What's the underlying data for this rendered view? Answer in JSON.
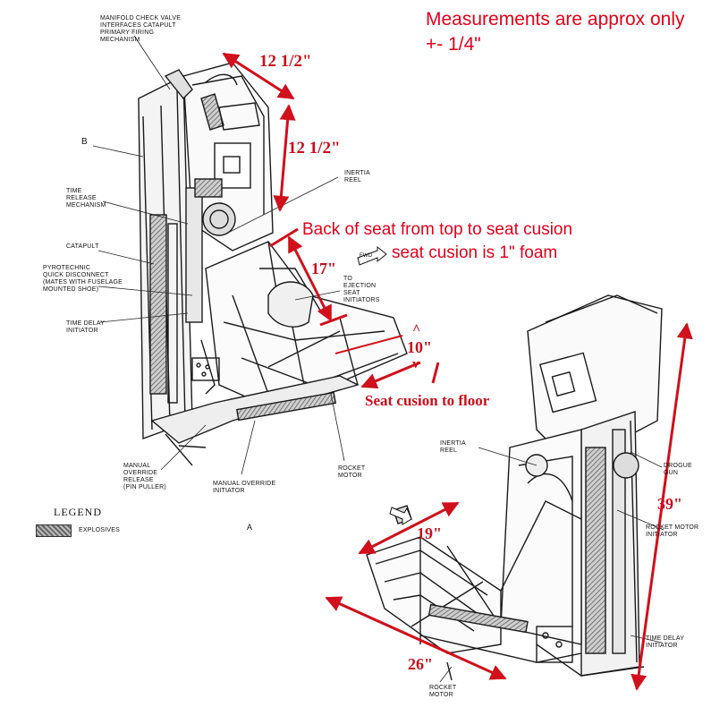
{
  "notes": {
    "measurements_line1": "Measurements are approx only",
    "measurements_line2": "+- 1/4\"",
    "back_of_seat": "Back of seat from top to seat cusion",
    "cushion_foam": "seat cusion is 1\" foam",
    "seat_to_floor": "Seat cusion to floor"
  },
  "dimensions": {
    "top_width": "12 1/2\"",
    "top_height": "12 1/2\"",
    "back_height": "17\"",
    "seat_to_floor": "10\"",
    "depth": "19\"",
    "base_length": "26\"",
    "overall_height": "39\"",
    "up_mark": "^",
    "down_mark": "v"
  },
  "labels_a": {
    "manifold": "MANIFOLD CHECK VALVE\nINTERFACES CATAPULT\nPRIMARY FIRING\nMECHANISM",
    "b": "B",
    "time_release": "TIME\nRELEASE\nMECHANISM",
    "inertia_reel": "INERTIA\nREEL",
    "catapult": "CATAPULT",
    "pyrotechnic": "PYROTECHNIC\nQUICK DISCONNECT\n(MATES WITH FUSELAGE\nMOUNTED SHOE)",
    "time_delay": "TIME DELAY\nINITIATOR",
    "fwd": "FWD",
    "to_ejection": "TO\nEJECTION\nSEAT\nINITIATORS",
    "manual_override_release": "MANUAL\nOVERRIDE\nRELEASE\n(PIN PULLER)",
    "manual_override_initiator": "MANUAL OVERRIDE\nINITIATOR",
    "rocket_motor": "ROCKET\nMOTOR",
    "a": "A"
  },
  "labels_b": {
    "inertia_reel": "INERTIA\nREEL",
    "drogue_gun": "DROGUE\nGUN",
    "rocket_motor_initiator": "ROCKET MOTOR\nINITIATOR",
    "time_delay": "TIME DELAY\nINITIATOR",
    "rocket_motor": "ROCKET\nMOTOR"
  },
  "legend": {
    "title": "LEGEND",
    "explosives": "EXPLOSIVES"
  },
  "colors": {
    "annotation_red": "#e3001b",
    "dimension_red": "#c8101b",
    "line_art": "#1a1a1a"
  }
}
